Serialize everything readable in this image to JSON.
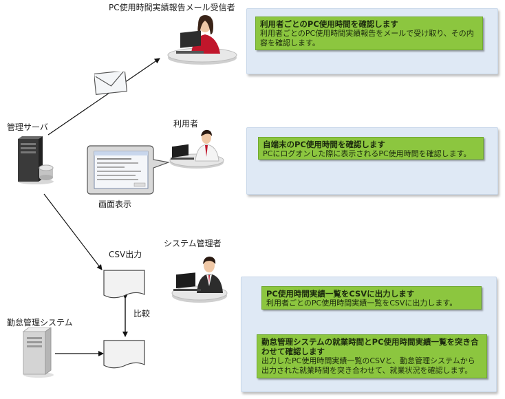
{
  "labels": {
    "receiver": "PC使用時間実績報告メール受信者",
    "user": "利用者",
    "admin": "システム管理者",
    "server": "管理サーバ",
    "screen": "画面表示",
    "csv": "CSV出力",
    "compare": "比較",
    "attendance": "勤怠管理システム"
  },
  "cards": [
    {
      "title": "利用者ごとのPC使用時間を確認します",
      "desc": "利用者ごとのPC使用時間実績報告をメールで受け取り、その内容を確認します。"
    },
    {
      "title": "自端末のPC使用時間を確認します",
      "desc": "PCにログオンした際に表示されるPC使用時間を確認します。"
    },
    {
      "title": "PC使用時間実績一覧をCSVに出力します",
      "desc": "利用者ごとのPC使用時間実績一覧をCSVに出力します。"
    },
    {
      "title": "勤怠管理システムの就業時間とPC使用時間実績一覧を突き合わせて確認します",
      "desc": "出力したPC使用時間実績一覧のCSVと、勤怠管理システムから出力された就業時間を突き合わせて、就業状況を確認します。"
    }
  ],
  "icons": {
    "mail": "envelope-icon",
    "server": "server-tower-icon",
    "attendance_server": "server-tower-icon",
    "document": "document-icon",
    "person": "person-at-desk-icon"
  }
}
